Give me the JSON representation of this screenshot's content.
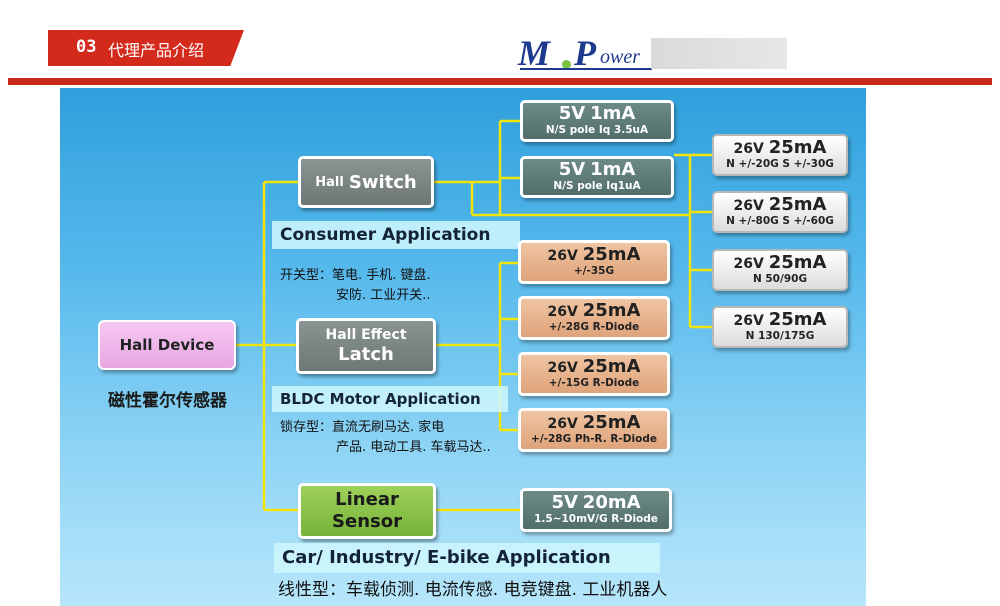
{
  "header": {
    "section_number": "03",
    "section_title": "代理产品介绍"
  },
  "logo": {
    "m": "M",
    "p": "P",
    "ower": "ower"
  },
  "colors": {
    "brand_red": "#d42a1c",
    "logo_blue": "#1e3a8e",
    "connector_yellow": "#f2e40c"
  },
  "root": {
    "label": "Hall Device",
    "caption": "磁性霍尔传感器"
  },
  "hall_switch": {
    "label_small": "Hall",
    "label_big": "Switch"
  },
  "latch": {
    "line1": "Hall Effect",
    "line2": "Latch"
  },
  "linear": {
    "line1": "Linear",
    "line2": "Sensor"
  },
  "applications": {
    "consumer": {
      "title": "Consumer Application",
      "desc1": "开关型：笔电. 手机. 键盘.",
      "desc2": "安防. 工业开关.."
    },
    "bldc": {
      "title": "BLDC Motor Application",
      "desc1": "锁存型：直流无刷马达. 家电",
      "desc2": "产品. 电动工具. 车载马达.."
    },
    "car": {
      "title": "Car/ Industry/ E-bike Application",
      "desc1": "线性型：车载侦测. 电流传感. 电竞键盘. 工业机器人"
    }
  },
  "switch_specs": [
    {
      "v": "5V",
      "i": "1mA",
      "line2": "N/S pole Iq 3.5uA"
    },
    {
      "v": "5V",
      "i": "1mA",
      "line2": "N/S pole Iq1uA"
    }
  ],
  "switch_right_specs": [
    {
      "v": "26V",
      "i": "25mA",
      "line2": "N +/-20G S +/-30G"
    },
    {
      "v": "26V",
      "i": "25mA",
      "line2": "N +/-80G S +/-60G"
    },
    {
      "v": "26V",
      "i": "25mA",
      "line2": "N 50/90G"
    },
    {
      "v": "26V",
      "i": "25mA",
      "line2": "N 130/175G"
    }
  ],
  "latch_specs": [
    {
      "v": "26V",
      "i": "25mA",
      "line2": "+/-35G"
    },
    {
      "v": "26V",
      "i": "25mA",
      "line2": "+/-28G R-Diode"
    },
    {
      "v": "26V",
      "i": "25mA",
      "line2": "+/-15G R-Diode"
    },
    {
      "v": "26V",
      "i": "25mA",
      "line2": "+/-28G Ph-R. R-Diode"
    }
  ],
  "linear_spec": {
    "v": "5V",
    "i": "20mA",
    "line2": "1.5~10mV/G R-Diode"
  }
}
